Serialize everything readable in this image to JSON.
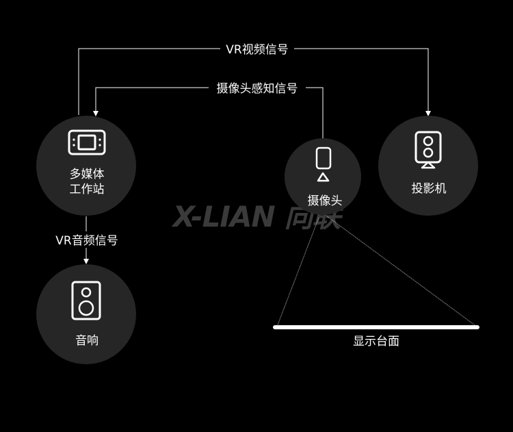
{
  "nodes": {
    "workstation": {
      "label_line1": "多媒体",
      "label_line2": "工作站"
    },
    "camera": {
      "label": "摄像头"
    },
    "projector": {
      "label": "投影机"
    },
    "speaker": {
      "label": "音响"
    },
    "display": {
      "label": "显示台面"
    }
  },
  "edges": {
    "vr_video": "VR视频信号",
    "camera_sense": "摄像头感知信号",
    "vr_audio": "VR音频信号"
  },
  "watermark": "X-LIAN 向联",
  "colors": {
    "background": "#000000",
    "node_fill": "#262626",
    "line": "#ffffff",
    "watermark": "#3a3a3a"
  }
}
